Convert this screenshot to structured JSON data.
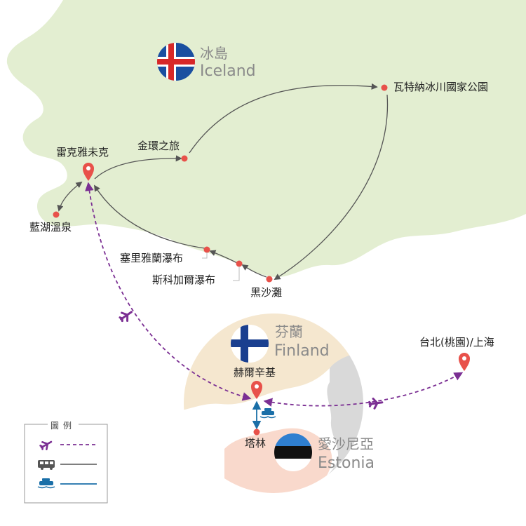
{
  "countries": {
    "iceland": {
      "name_zh": "冰島",
      "name_en": "Iceland",
      "flag": "iceland-flag"
    },
    "finland": {
      "name_zh": "芬蘭",
      "name_en": "Finland",
      "flag": "finland-flag"
    },
    "estonia": {
      "name_zh": "愛沙尼亞",
      "name_en": "Estonia",
      "flag": "estonia-flag"
    }
  },
  "places": {
    "reykjavik": "雷克雅未克",
    "golden_circle": "金環之旅",
    "vatnajokull": "瓦特納冰川國家公園",
    "blue_lagoon": "藍湖溫泉",
    "seljalandsfoss": "塞里雅蘭瀑布",
    "skogafoss": "斯科加爾瀑布",
    "black_sand_beach": "黑沙灘",
    "helsinki": "赫爾辛基",
    "tallinn": "塔林",
    "taipei_shanghai": "台北(桃園)/上海"
  },
  "legend": {
    "title": "圖例",
    "items": [
      {
        "icon": "airplane-icon",
        "line": "dashed",
        "color": "#7b2f93"
      },
      {
        "icon": "bus-icon",
        "line": "solid",
        "color": "#555555"
      },
      {
        "icon": "ferry-icon",
        "line": "solid",
        "color": "#1a6fa8"
      }
    ]
  },
  "colors": {
    "land_iceland": "#e3eed1",
    "land_finland": "#f5e7cf",
    "land_estonia": "#f9d9cc",
    "land_other": "#d9d9d9",
    "flight_route": "#7b2f93",
    "bus_route": "#555555",
    "ferry_route": "#1a6fa8",
    "marker": "#e8514a"
  }
}
